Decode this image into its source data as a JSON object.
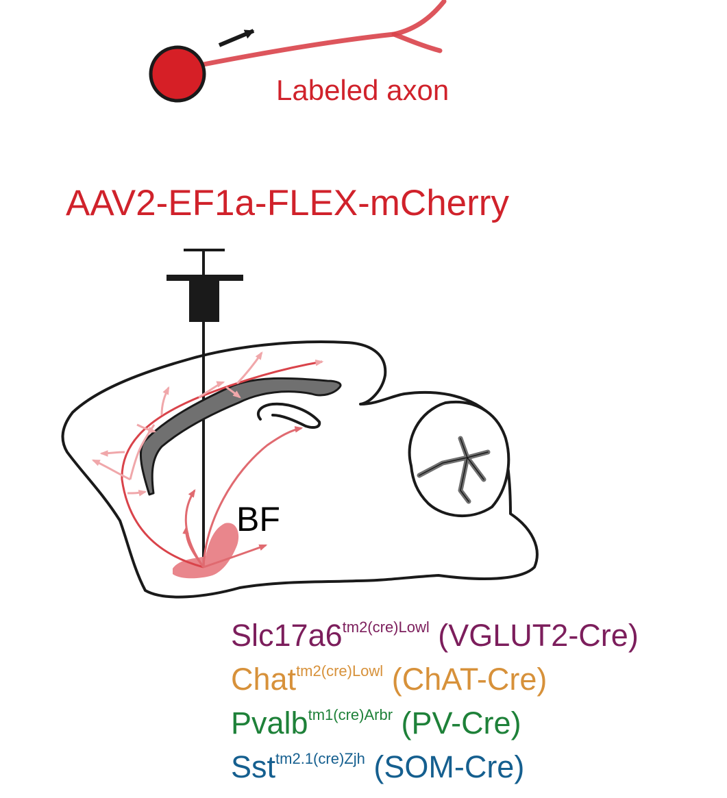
{
  "top_label": {
    "text": "Labeled axon",
    "color": "#d0222b"
  },
  "virus": {
    "text": "AAV2-EF1a-FLEX-mCherry",
    "color": "#d0222b"
  },
  "region_label": {
    "text": "BF",
    "color": "#000000"
  },
  "colors": {
    "axon": "#d9434a",
    "axon_faint": "#ee9da0",
    "cell_body": "#d61f26",
    "bf_region": "#e87f86",
    "ventricle": "#707070",
    "outline": "#1a1a1a"
  },
  "icons": {
    "cell": "neuron-soma-icon",
    "syringe": "syringe-icon",
    "direction": "arrow-right-icon"
  },
  "mouse_lines": [
    {
      "gene": "Slc17a6",
      "allele": "tm2(cre)Lowl",
      "name": "(VGLUT2-Cre)",
      "color": "#7c1e5c"
    },
    {
      "gene": "Chat",
      "allele": "tm2(cre)Lowl",
      "name": "(ChAT-Cre)",
      "color": "#d7913a"
    },
    {
      "gene": "Pvalb",
      "allele": "tm1(cre)Arbr",
      "name": "(PV-Cre)",
      "color": "#1e8139"
    },
    {
      "gene": "Sst",
      "allele": "tm2.1(cre)Zjh",
      "name": "(SOM-Cre)",
      "color": "#155f8f"
    }
  ]
}
